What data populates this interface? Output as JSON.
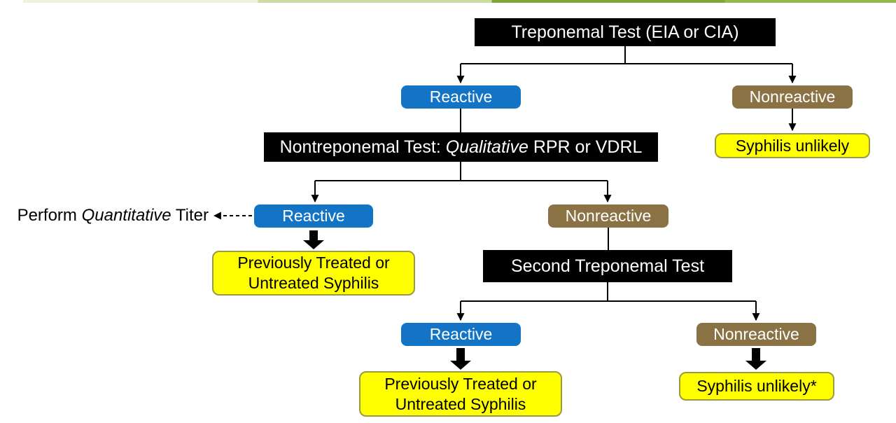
{
  "colors": {
    "box_black": "#000000",
    "box_blue": "#1374c5",
    "box_brown": "#8a7245",
    "box_yellow": "#ffff00",
    "yellow_border": "#9a9a43",
    "line_black": "#000000",
    "text_on_dark": "#ffffff",
    "text_on_yellow": "#000000",
    "accent_bar_segments": [
      "#eef1dc",
      "#ccdca4",
      "#7fa636",
      "#92b94a"
    ]
  },
  "flow": {
    "root": "Treponemal Test (EIA or CIA)",
    "l1": {
      "reactive": "Reactive",
      "nonreactive": "Nonreactive",
      "nonreactive_outcome": "Syphilis unlikely"
    },
    "l2": {
      "test_prefix": "Nontreponemal Test: ",
      "test_italic": "Qualitative",
      "test_suffix": " RPR or VDRL",
      "note_prefix": "Perform ",
      "note_italic": "Quantitative",
      "note_suffix": " Titer",
      "reactive": "Reactive",
      "nonreactive": "Nonreactive",
      "reactive_outcome_line1": "Previously Treated or",
      "reactive_outcome_line2": "Untreated Syphilis"
    },
    "l3": {
      "test": "Second Treponemal Test",
      "reactive": "Reactive",
      "nonreactive": "Nonreactive",
      "reactive_outcome_line1": "Previously Treated or",
      "reactive_outcome_line2": "Untreated Syphilis",
      "nonreactive_outcome": "Syphilis unlikely*"
    }
  }
}
